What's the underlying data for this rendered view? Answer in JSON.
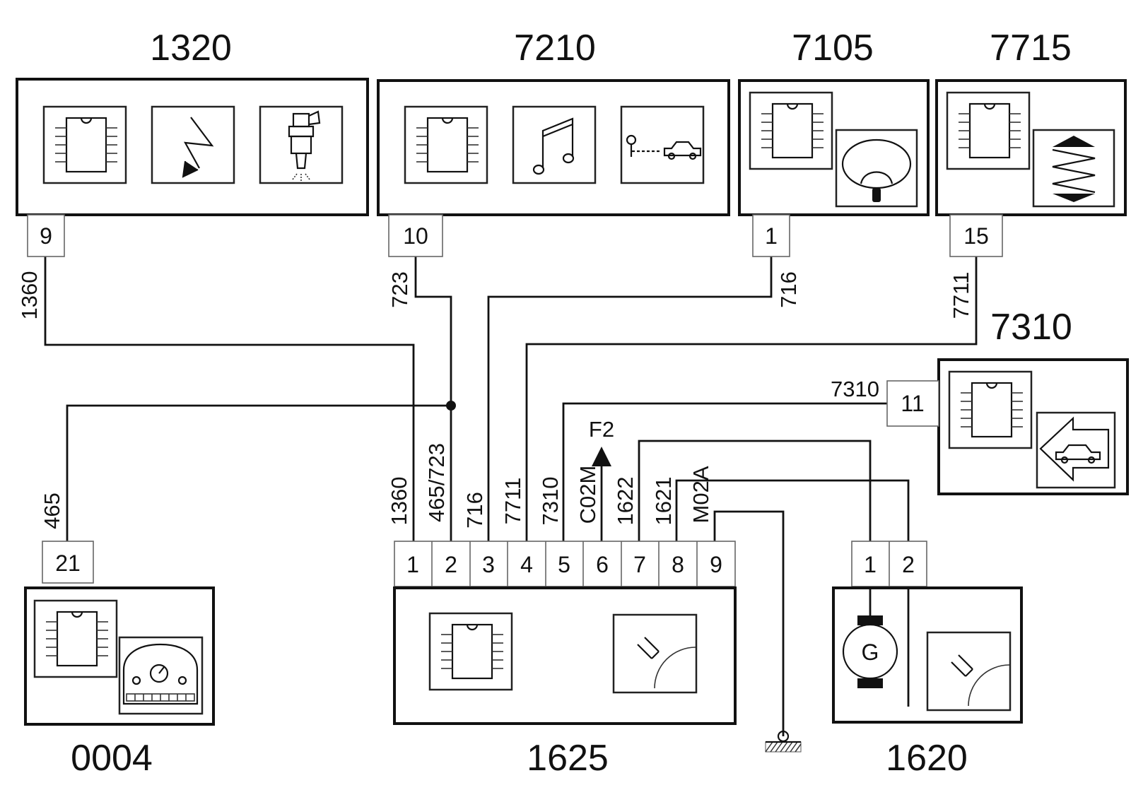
{
  "components": {
    "c1320": {
      "label": "1320",
      "pin": "9",
      "wire": "1360"
    },
    "c7210": {
      "label": "7210",
      "pin": "10",
      "wire": "723"
    },
    "c7105": {
      "label": "7105",
      "pin": "1",
      "wire": "716"
    },
    "c7715": {
      "label": "7715",
      "pin": "15",
      "wire": "7711"
    },
    "c7310": {
      "label": "7310",
      "pin": "11",
      "wire": "7310"
    },
    "c0004": {
      "label": "0004",
      "pin": "21",
      "wire": "465"
    },
    "c1625": {
      "label": "1625",
      "pins": [
        "1",
        "2",
        "3",
        "4",
        "5",
        "6",
        "7",
        "8",
        "9"
      ],
      "wires": [
        "1360",
        "465/723",
        "716",
        "7711",
        "7310",
        "C02M",
        "1622",
        "1621",
        "M02A"
      ]
    },
    "c1620": {
      "label": "1620",
      "pins": [
        "1",
        "2"
      ],
      "generator": "G"
    }
  },
  "arrow_label": "F2",
  "icons": [
    "chip-icon",
    "lightning-icon",
    "injector-icon",
    "music-note-icon",
    "key-car-icon",
    "dome-lamp-icon",
    "spring-icon",
    "car-reverse-icon",
    "gauge-panel-icon",
    "dial-icon",
    "generator-icon",
    "ground-icon"
  ]
}
